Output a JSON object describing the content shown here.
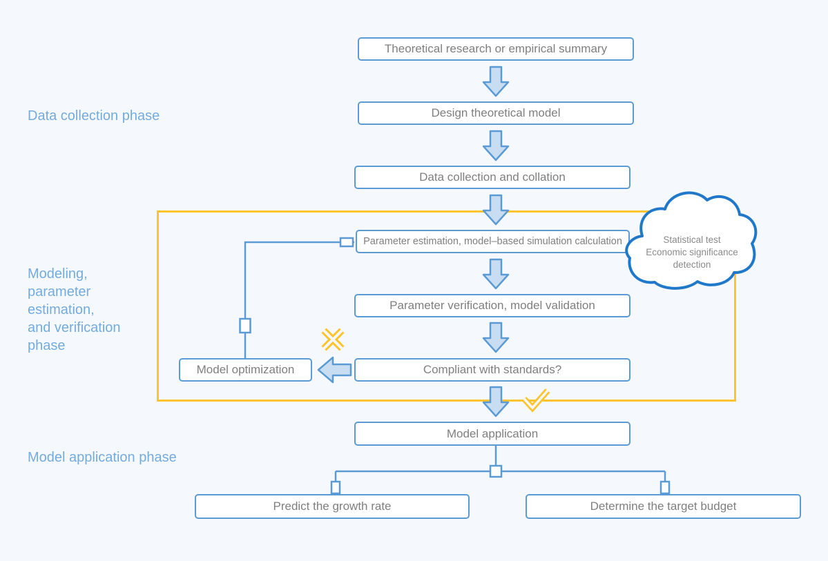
{
  "phase_labels": {
    "data_collection": "Data collection phase",
    "modeling": "Modeling,\nparameter\nestimation,\nand verification\nphase",
    "application": "Model application phase"
  },
  "nodes": {
    "theory": "Theoretical research or empirical summary",
    "design": "Design theoretical model",
    "collect": "Data collection and collation",
    "estimate": "Parameter estimation, model–based simulation calculation",
    "verify": "Parameter verification, model validation",
    "compliant": "Compliant with standards?",
    "optimize": "Model optimization",
    "apply": "Model application",
    "predict": "Predict the growth rate",
    "budget": "Determine the target budget"
  },
  "cloud": {
    "line1": "Statistical test",
    "line2": "Economic significance detection"
  },
  "colors": {
    "background": "#f5f9fd",
    "node_border": "#5b9bd5",
    "node_text": "#7f7f7f",
    "arrow_fill": "#c9ddf2",
    "arrow_border": "#5b9bd5",
    "highlight_frame": "#fdc430",
    "phase_label_text": "#74abdf",
    "cloud_border": "#1f78c9"
  }
}
